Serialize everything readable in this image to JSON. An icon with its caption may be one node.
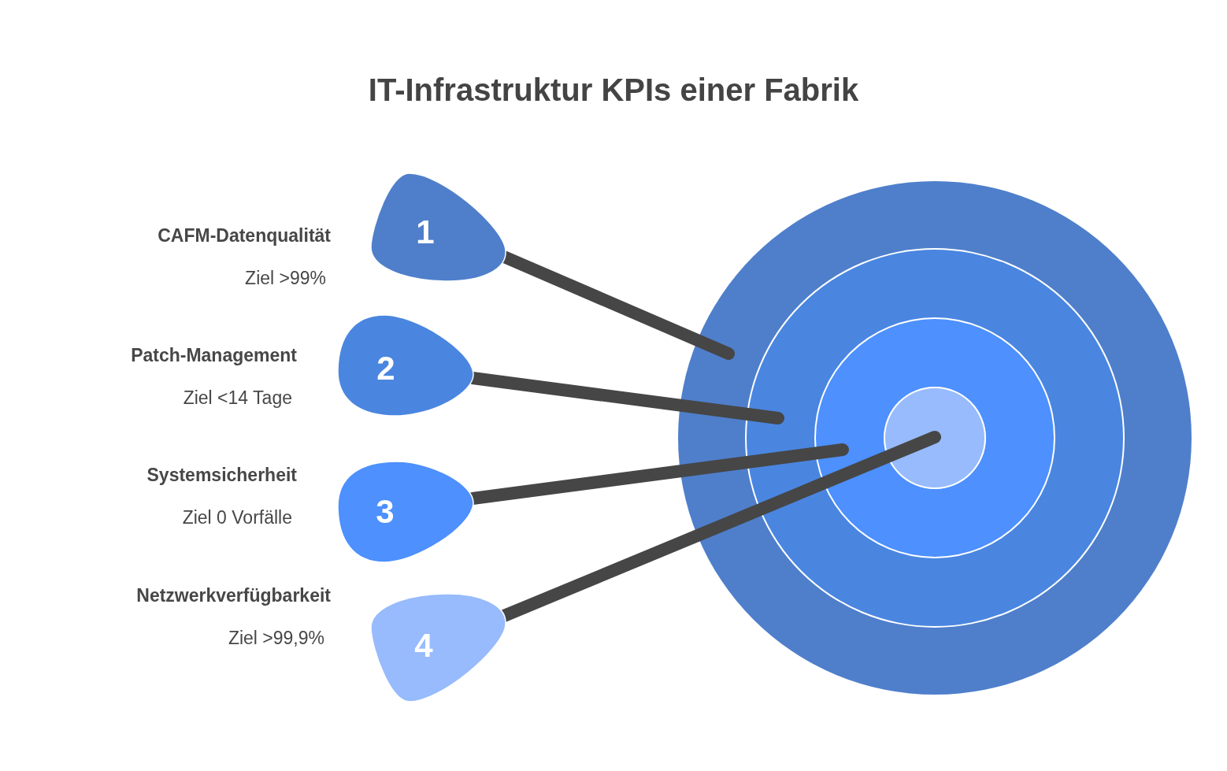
{
  "diagram": {
    "title": "IT-Infrastruktur KPIs einer Fabrik",
    "nodes": [
      {
        "text": [
          "1"
        ],
        "beside": [
          "CAFM-Datenqualität",
          "Ziel >99%"
        ]
      },
      {
        "text": [
          "2"
        ],
        "beside": [
          "Patch-Management",
          "Ziel <14 Tage"
        ]
      },
      {
        "text": [
          "3"
        ],
        "beside": [
          "Systemsicherheit",
          "Ziel 0 Vorfälle"
        ]
      },
      {
        "text": [
          "4"
        ],
        "beside": [
          "Netzwerkverfügbarkeit",
          "Ziel >99,9%"
        ]
      },
      {
        "text": [],
        "shape": "circle"
      },
      {
        "text": [],
        "shape": "circle",
        "in": 4
      },
      {
        "text": [],
        "shape": "circle",
        "in": 5
      },
      {
        "text": [],
        "shape": "circle",
        "in": 6
      }
    ],
    "edges": [
      {
        "from": 0,
        "to": 4,
        "arrow": "none"
      },
      {
        "from": 1,
        "to": 5,
        "arrow": "none"
      },
      {
        "from": 2,
        "to": 6,
        "arrow": "none"
      },
      {
        "from": 3,
        "to": 7,
        "arrow": "none"
      }
    ]
  }
}
